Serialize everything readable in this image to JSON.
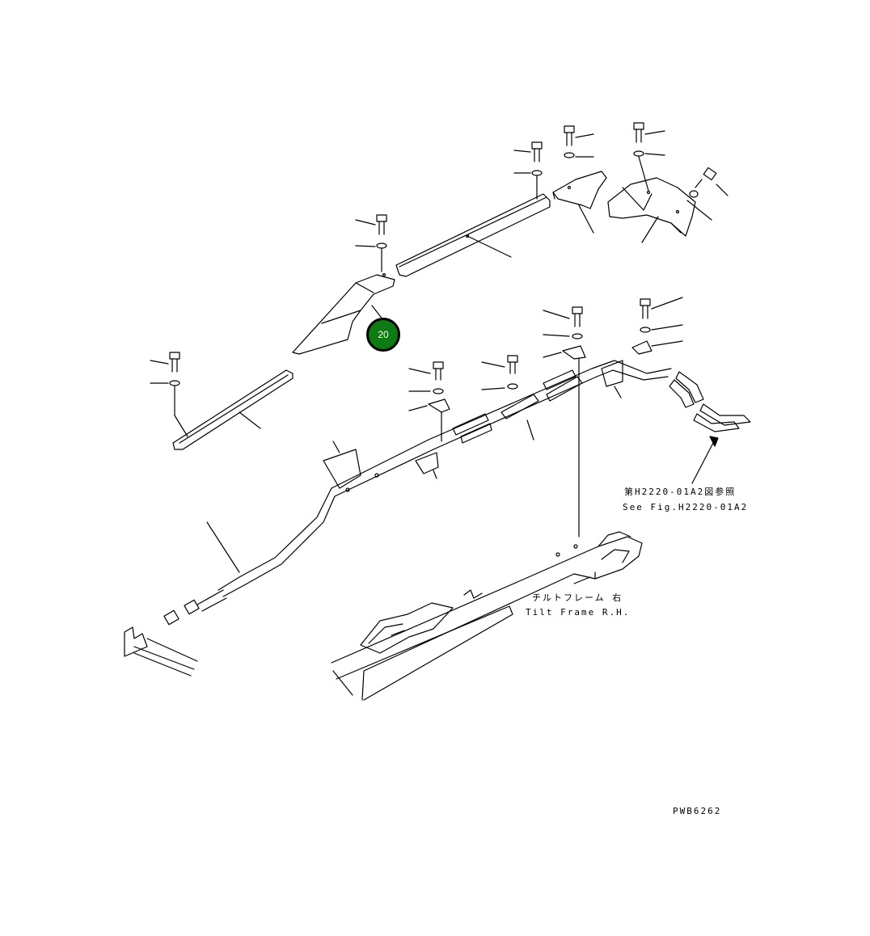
{
  "callout": {
    "number": "20"
  },
  "labels": {
    "ref_jp": "第H2220-01A2図参照",
    "ref_en": "See Fig.H2220-01A2",
    "frame_jp": "チルトフレーム 右",
    "frame_en": "Tilt Frame R.H.",
    "drawing_code": "PWB6262"
  }
}
